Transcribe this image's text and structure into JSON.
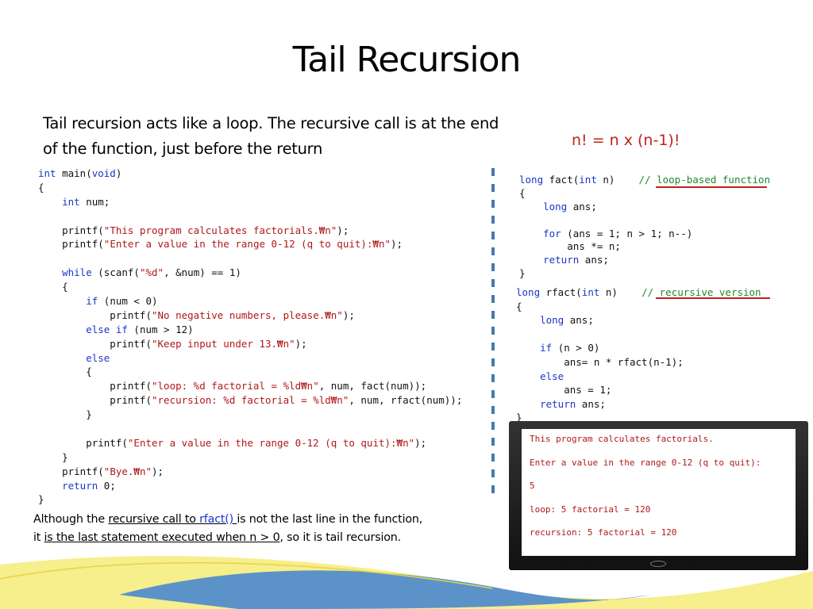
{
  "title": "Tail Recursion",
  "intro": "Tail recursion acts like a loop. The recursive call is at the end of the function, just before the return",
  "formula": "n! = n x (n-1)!",
  "main_code": [
    [
      {
        "t": "int",
        "c": "kw"
      },
      {
        "t": " main("
      },
      {
        "t": "void",
        "c": "kw"
      },
      {
        "t": ")"
      }
    ],
    [
      {
        "t": "{"
      }
    ],
    [
      {
        "t": "    "
      },
      {
        "t": "int",
        "c": "kw"
      },
      {
        "t": " num;"
      }
    ],
    [
      {
        "t": ""
      }
    ],
    [
      {
        "t": "    printf("
      },
      {
        "t": "\"This program calculates factorials.₩n\"",
        "c": "st"
      },
      {
        "t": ");"
      }
    ],
    [
      {
        "t": "    printf("
      },
      {
        "t": "\"Enter a value in the range 0-12 (q to quit):₩n\"",
        "c": "st"
      },
      {
        "t": ");"
      }
    ],
    [
      {
        "t": ""
      }
    ],
    [
      {
        "t": "    "
      },
      {
        "t": "while",
        "c": "kw"
      },
      {
        "t": " (scanf("
      },
      {
        "t": "\"%d\"",
        "c": "st"
      },
      {
        "t": ", &num) == 1)"
      }
    ],
    [
      {
        "t": "    {"
      }
    ],
    [
      {
        "t": "        "
      },
      {
        "t": "if",
        "c": "kw"
      },
      {
        "t": " (num < 0)"
      }
    ],
    [
      {
        "t": "            printf("
      },
      {
        "t": "\"No negative numbers, please.₩n\"",
        "c": "st"
      },
      {
        "t": ");"
      }
    ],
    [
      {
        "t": "        "
      },
      {
        "t": "else if",
        "c": "kw"
      },
      {
        "t": " (num > 12)"
      }
    ],
    [
      {
        "t": "            printf("
      },
      {
        "t": "\"Keep input under 13.₩n\"",
        "c": "st"
      },
      {
        "t": ");"
      }
    ],
    [
      {
        "t": "        "
      },
      {
        "t": "else",
        "c": "kw"
      }
    ],
    [
      {
        "t": "        {"
      }
    ],
    [
      {
        "t": "            printf("
      },
      {
        "t": "\"loop: %d factorial = %ld₩n\"",
        "c": "st"
      },
      {
        "t": ", num, fact(num));"
      }
    ],
    [
      {
        "t": "            printf("
      },
      {
        "t": "\"recursion: %d factorial = %ld₩n\"",
        "c": "st"
      },
      {
        "t": ", num, rfact(num));"
      }
    ],
    [
      {
        "t": "        }"
      }
    ],
    [
      {
        "t": ""
      }
    ],
    [
      {
        "t": "        printf("
      },
      {
        "t": "\"Enter a value in the range 0-12 (q to quit):₩n\"",
        "c": "st"
      },
      {
        "t": ");"
      }
    ],
    [
      {
        "t": "    }"
      }
    ],
    [
      {
        "t": "    printf("
      },
      {
        "t": "\"Bye.₩n\"",
        "c": "st"
      },
      {
        "t": ");"
      }
    ],
    [
      {
        "t": "    "
      },
      {
        "t": "return",
        "c": "kw"
      },
      {
        "t": " 0;"
      }
    ],
    [
      {
        "t": "}"
      }
    ]
  ],
  "fact_code": [
    [
      {
        "t": "long",
        "c": "kw"
      },
      {
        "t": " fact("
      },
      {
        "t": "int",
        "c": "kw"
      },
      {
        "t": " n)    "
      },
      {
        "t": "// loop-based function",
        "c": "cm"
      }
    ],
    [
      {
        "t": "{"
      }
    ],
    [
      {
        "t": "    "
      },
      {
        "t": "long",
        "c": "kw"
      },
      {
        "t": " ans;"
      }
    ],
    [
      {
        "t": ""
      }
    ],
    [
      {
        "t": "    "
      },
      {
        "t": "for",
        "c": "kw"
      },
      {
        "t": " (ans = 1; n > 1; n--)"
      }
    ],
    [
      {
        "t": "        ans *= n;"
      }
    ],
    [
      {
        "t": "    "
      },
      {
        "t": "return",
        "c": "kw"
      },
      {
        "t": " ans;"
      }
    ],
    [
      {
        "t": "}"
      }
    ]
  ],
  "rfact_code": [
    [
      {
        "t": "long",
        "c": "kw"
      },
      {
        "t": " rfact("
      },
      {
        "t": "int",
        "c": "kw"
      },
      {
        "t": " n)    "
      },
      {
        "t": "// recursive version",
        "c": "cm"
      }
    ],
    [
      {
        "t": "{"
      }
    ],
    [
      {
        "t": "    "
      },
      {
        "t": "long",
        "c": "kw"
      },
      {
        "t": " ans;"
      }
    ],
    [
      {
        "t": ""
      }
    ],
    [
      {
        "t": "    "
      },
      {
        "t": "if",
        "c": "kw"
      },
      {
        "t": " (n > 0)"
      }
    ],
    [
      {
        "t": "        ans= n * rfact(n-1);"
      }
    ],
    [
      {
        "t": "    "
      },
      {
        "t": "else",
        "c": "kw"
      }
    ],
    [
      {
        "t": "        ans = 1;"
      }
    ],
    [
      {
        "t": "    "
      },
      {
        "t": "return",
        "c": "kw"
      },
      {
        "t": " ans;"
      }
    ],
    [
      {
        "t": "}"
      }
    ]
  ],
  "footnote": {
    "p1": "Although the ",
    "u1": "recursive call to ",
    "u1_blue": "rfact() ",
    "p2": "is not the last line in the function,",
    "p3": "it ",
    "u2": "is the last statement executed when n > 0",
    "p4": ", so it is tail recursion."
  },
  "console_output": [
    "This program calculates factorials.",
    "",
    "Enter a value in the range 0-12 (q to quit):",
    "",
    "5",
    "",
    "loop: 5 factorial = 120",
    "",
    "recursion: 5 factorial = 120"
  ],
  "colors": {
    "keyword": "#1b36c8",
    "string": "#b01818",
    "comment": "#1d8a2b",
    "accent_red": "#c0221d",
    "divider": "#4a78b0"
  }
}
